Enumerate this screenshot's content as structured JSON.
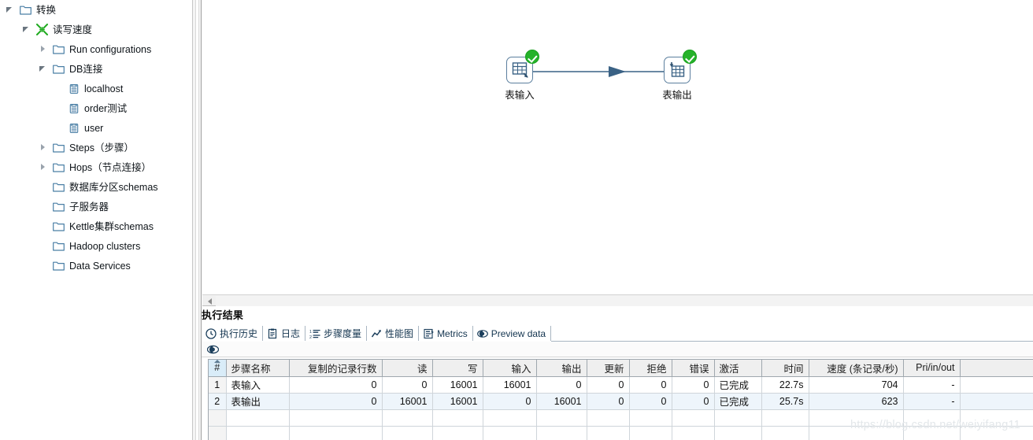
{
  "sidebar": {
    "items": [
      {
        "label": "转换",
        "depth": 0,
        "twisty": "expanded",
        "icon": "folder-icon"
      },
      {
        "label": "读写速度",
        "depth": 1,
        "twisty": "expanded",
        "icon": "transformation-icon"
      },
      {
        "label": "Run configurations",
        "depth": 2,
        "twisty": "collapsed",
        "icon": "folder-icon"
      },
      {
        "label": "DB连接",
        "depth": 2,
        "twisty": "expanded",
        "icon": "folder-icon"
      },
      {
        "label": "localhost",
        "depth": 3,
        "twisty": "none",
        "icon": "database-icon"
      },
      {
        "label": "order测试",
        "depth": 3,
        "twisty": "none",
        "icon": "database-icon"
      },
      {
        "label": "user",
        "depth": 3,
        "twisty": "none",
        "icon": "database-icon"
      },
      {
        "label": "Steps（步骤）",
        "depth": 2,
        "twisty": "collapsed",
        "icon": "folder-icon"
      },
      {
        "label": "Hops（节点连接）",
        "depth": 2,
        "twisty": "collapsed",
        "icon": "folder-icon"
      },
      {
        "label": "数据库分区schemas",
        "depth": 2,
        "twisty": "none",
        "icon": "folder-icon"
      },
      {
        "label": "子服务器",
        "depth": 2,
        "twisty": "none",
        "icon": "folder-icon"
      },
      {
        "label": "Kettle集群schemas",
        "depth": 2,
        "twisty": "none",
        "icon": "folder-icon"
      },
      {
        "label": "Hadoop clusters",
        "depth": 2,
        "twisty": "none",
        "icon": "folder-icon"
      },
      {
        "label": "Data Services",
        "depth": 2,
        "twisty": "none",
        "icon": "folder-icon"
      }
    ]
  },
  "canvas": {
    "nodes": [
      {
        "name": "表输入",
        "icon": "table-input-icon",
        "status": "success"
      },
      {
        "name": "表输出",
        "icon": "table-output-icon",
        "status": "success"
      }
    ],
    "hop": {
      "from": "表输入",
      "to": "表输出",
      "direction": "right"
    }
  },
  "results": {
    "title": "执行结果",
    "tabs": [
      {
        "label": "执行历史",
        "icon": "history-clock-icon",
        "active": false
      },
      {
        "label": "日志",
        "icon": "log-clipboard-icon",
        "active": false
      },
      {
        "label": "步骤度量",
        "icon": "step-metrics-icon",
        "active": true
      },
      {
        "label": "性能图",
        "icon": "performance-graph-icon",
        "active": false
      },
      {
        "label": "Metrics",
        "icon": "metrics-icon",
        "active": false
      },
      {
        "label": "Preview data",
        "icon": "preview-eye-icon",
        "active": false
      }
    ],
    "toolbar": {
      "eye_label": "",
      "eye_icon": "eye-icon"
    },
    "table": {
      "columns": [
        "#",
        "步骤名称",
        "复制的记录行数",
        "读",
        "写",
        "输入",
        "输出",
        "更新",
        "拒绝",
        "错误",
        "激活",
        "时间",
        "速度 (条记录/秒)",
        "Pri/in/out",
        ""
      ],
      "rows": [
        {
          "index": "1",
          "step": "表输入",
          "copies": "0",
          "read": "0",
          "written": "16001",
          "input": "16001",
          "output": "0",
          "updated": "0",
          "rejected": "0",
          "errors": "0",
          "active": "已完成",
          "time": "22.7s",
          "speed": "704",
          "pri": "-",
          "extra": ""
        },
        {
          "index": "2",
          "step": "表输出",
          "copies": "0",
          "read": "16001",
          "written": "16001",
          "input": "0",
          "output": "16001",
          "updated": "0",
          "rejected": "0",
          "errors": "0",
          "active": "已完成",
          "time": "25.7s",
          "speed": "623",
          "pri": "-",
          "extra": ""
        }
      ],
      "empty_rows": 2
    }
  },
  "watermark": "https://blog.csdn.net/weiyifang11",
  "colors": {
    "accent_blue": "#13344f",
    "success_green": "#25b22a",
    "node_border": "#5b7f9e",
    "header_bg": "#efefef",
    "alt_row_bg": "#eef5fb",
    "index_col_bg": "#d9ecf8"
  }
}
